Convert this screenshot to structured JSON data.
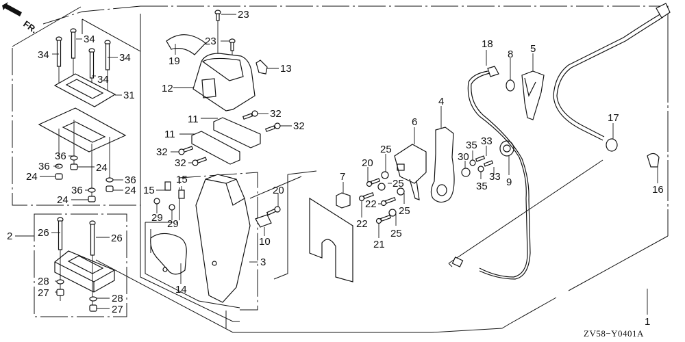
{
  "diagram": {
    "title_code": "ZV58−Y0401A",
    "direction_label": "FR.",
    "accent_color": "#111111",
    "background_color": "#ffffff"
  },
  "callouts": [
    {
      "id": "c34a",
      "text": "34"
    },
    {
      "id": "c34b",
      "text": "34"
    },
    {
      "id": "c34c",
      "text": "34"
    },
    {
      "id": "c34d",
      "text": "34"
    },
    {
      "id": "c31",
      "text": "31"
    },
    {
      "id": "c36a",
      "text": "36"
    },
    {
      "id": "c36b",
      "text": "36"
    },
    {
      "id": "c36c",
      "text": "36"
    },
    {
      "id": "c36d",
      "text": "36"
    },
    {
      "id": "c24a",
      "text": "24"
    },
    {
      "id": "c24b",
      "text": "24"
    },
    {
      "id": "c24c",
      "text": "24"
    },
    {
      "id": "c24d",
      "text": "24"
    },
    {
      "id": "c2",
      "text": "2"
    },
    {
      "id": "c26a",
      "text": "26"
    },
    {
      "id": "c26b",
      "text": "26"
    },
    {
      "id": "c28a",
      "text": "28"
    },
    {
      "id": "c28b",
      "text": "28"
    },
    {
      "id": "c27a",
      "text": "27"
    },
    {
      "id": "c27b",
      "text": "27"
    },
    {
      "id": "c23a",
      "text": "23"
    },
    {
      "id": "c23b",
      "text": "23"
    },
    {
      "id": "c19",
      "text": "19"
    },
    {
      "id": "c13",
      "text": "13"
    },
    {
      "id": "c12",
      "text": "12"
    },
    {
      "id": "c11a",
      "text": "11"
    },
    {
      "id": "c11b",
      "text": "11"
    },
    {
      "id": "c32a",
      "text": "32"
    },
    {
      "id": "c32b",
      "text": "32"
    },
    {
      "id": "c32c",
      "text": "32"
    },
    {
      "id": "c32d",
      "text": "32"
    },
    {
      "id": "c15a",
      "text": "15"
    },
    {
      "id": "c15b",
      "text": "15"
    },
    {
      "id": "c29a",
      "text": "29"
    },
    {
      "id": "c29b",
      "text": "29"
    },
    {
      "id": "c14",
      "text": "14"
    },
    {
      "id": "c3",
      "text": "3"
    },
    {
      "id": "c20a",
      "text": "20"
    },
    {
      "id": "c10",
      "text": "10"
    },
    {
      "id": "c7",
      "text": "7"
    },
    {
      "id": "c6",
      "text": "6"
    },
    {
      "id": "c25a",
      "text": "25"
    },
    {
      "id": "c25b",
      "text": "25"
    },
    {
      "id": "c25c",
      "text": "25"
    },
    {
      "id": "c25d",
      "text": "25"
    },
    {
      "id": "c20b",
      "text": "20"
    },
    {
      "id": "c22a",
      "text": "22"
    },
    {
      "id": "c22b",
      "text": "22"
    },
    {
      "id": "c21",
      "text": "21"
    },
    {
      "id": "c4",
      "text": "4"
    },
    {
      "id": "c18",
      "text": "18"
    },
    {
      "id": "c8",
      "text": "8"
    },
    {
      "id": "c5",
      "text": "5"
    },
    {
      "id": "c35a",
      "text": "35"
    },
    {
      "id": "c35b",
      "text": "35"
    },
    {
      "id": "c33a",
      "text": "33"
    },
    {
      "id": "c33b",
      "text": "33"
    },
    {
      "id": "c30",
      "text": "30"
    },
    {
      "id": "c9",
      "text": "9"
    },
    {
      "id": "c17",
      "text": "17"
    },
    {
      "id": "c16",
      "text": "16"
    },
    {
      "id": "c1",
      "text": "1"
    }
  ]
}
